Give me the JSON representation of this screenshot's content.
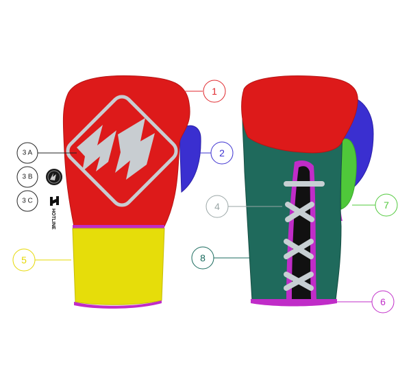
{
  "callouts": {
    "c1": {
      "label": "1",
      "color": "#e0262b"
    },
    "c2": {
      "label": "2",
      "color": "#3a2fd0"
    },
    "c3a": {
      "label": "3 A",
      "color": "#222222"
    },
    "c3b": {
      "label": "3 B",
      "color": "#222222"
    },
    "c3c": {
      "label": "3 C",
      "color": "#222222"
    },
    "c4": {
      "label": "4",
      "color": "#9aa6a6"
    },
    "c5": {
      "label": "5",
      "color": "#e6d800"
    },
    "c6": {
      "label": "6",
      "color": "#c02cc8"
    },
    "c7": {
      "label": "7",
      "color": "#4fc83a"
    },
    "c8": {
      "label": "8",
      "color": "#17695c"
    }
  },
  "brand": {
    "wordmark": "HOTLINE"
  },
  "colors": {
    "red": "#dd1a1a",
    "blue": "#3a2fd0",
    "yellow": "#e6dd0a",
    "magenta": "#c02cc8",
    "green": "#1f6a5c",
    "lime": "#4fc83a",
    "lace": "#c7cfd3",
    "logo": "#c8cdd1"
  }
}
